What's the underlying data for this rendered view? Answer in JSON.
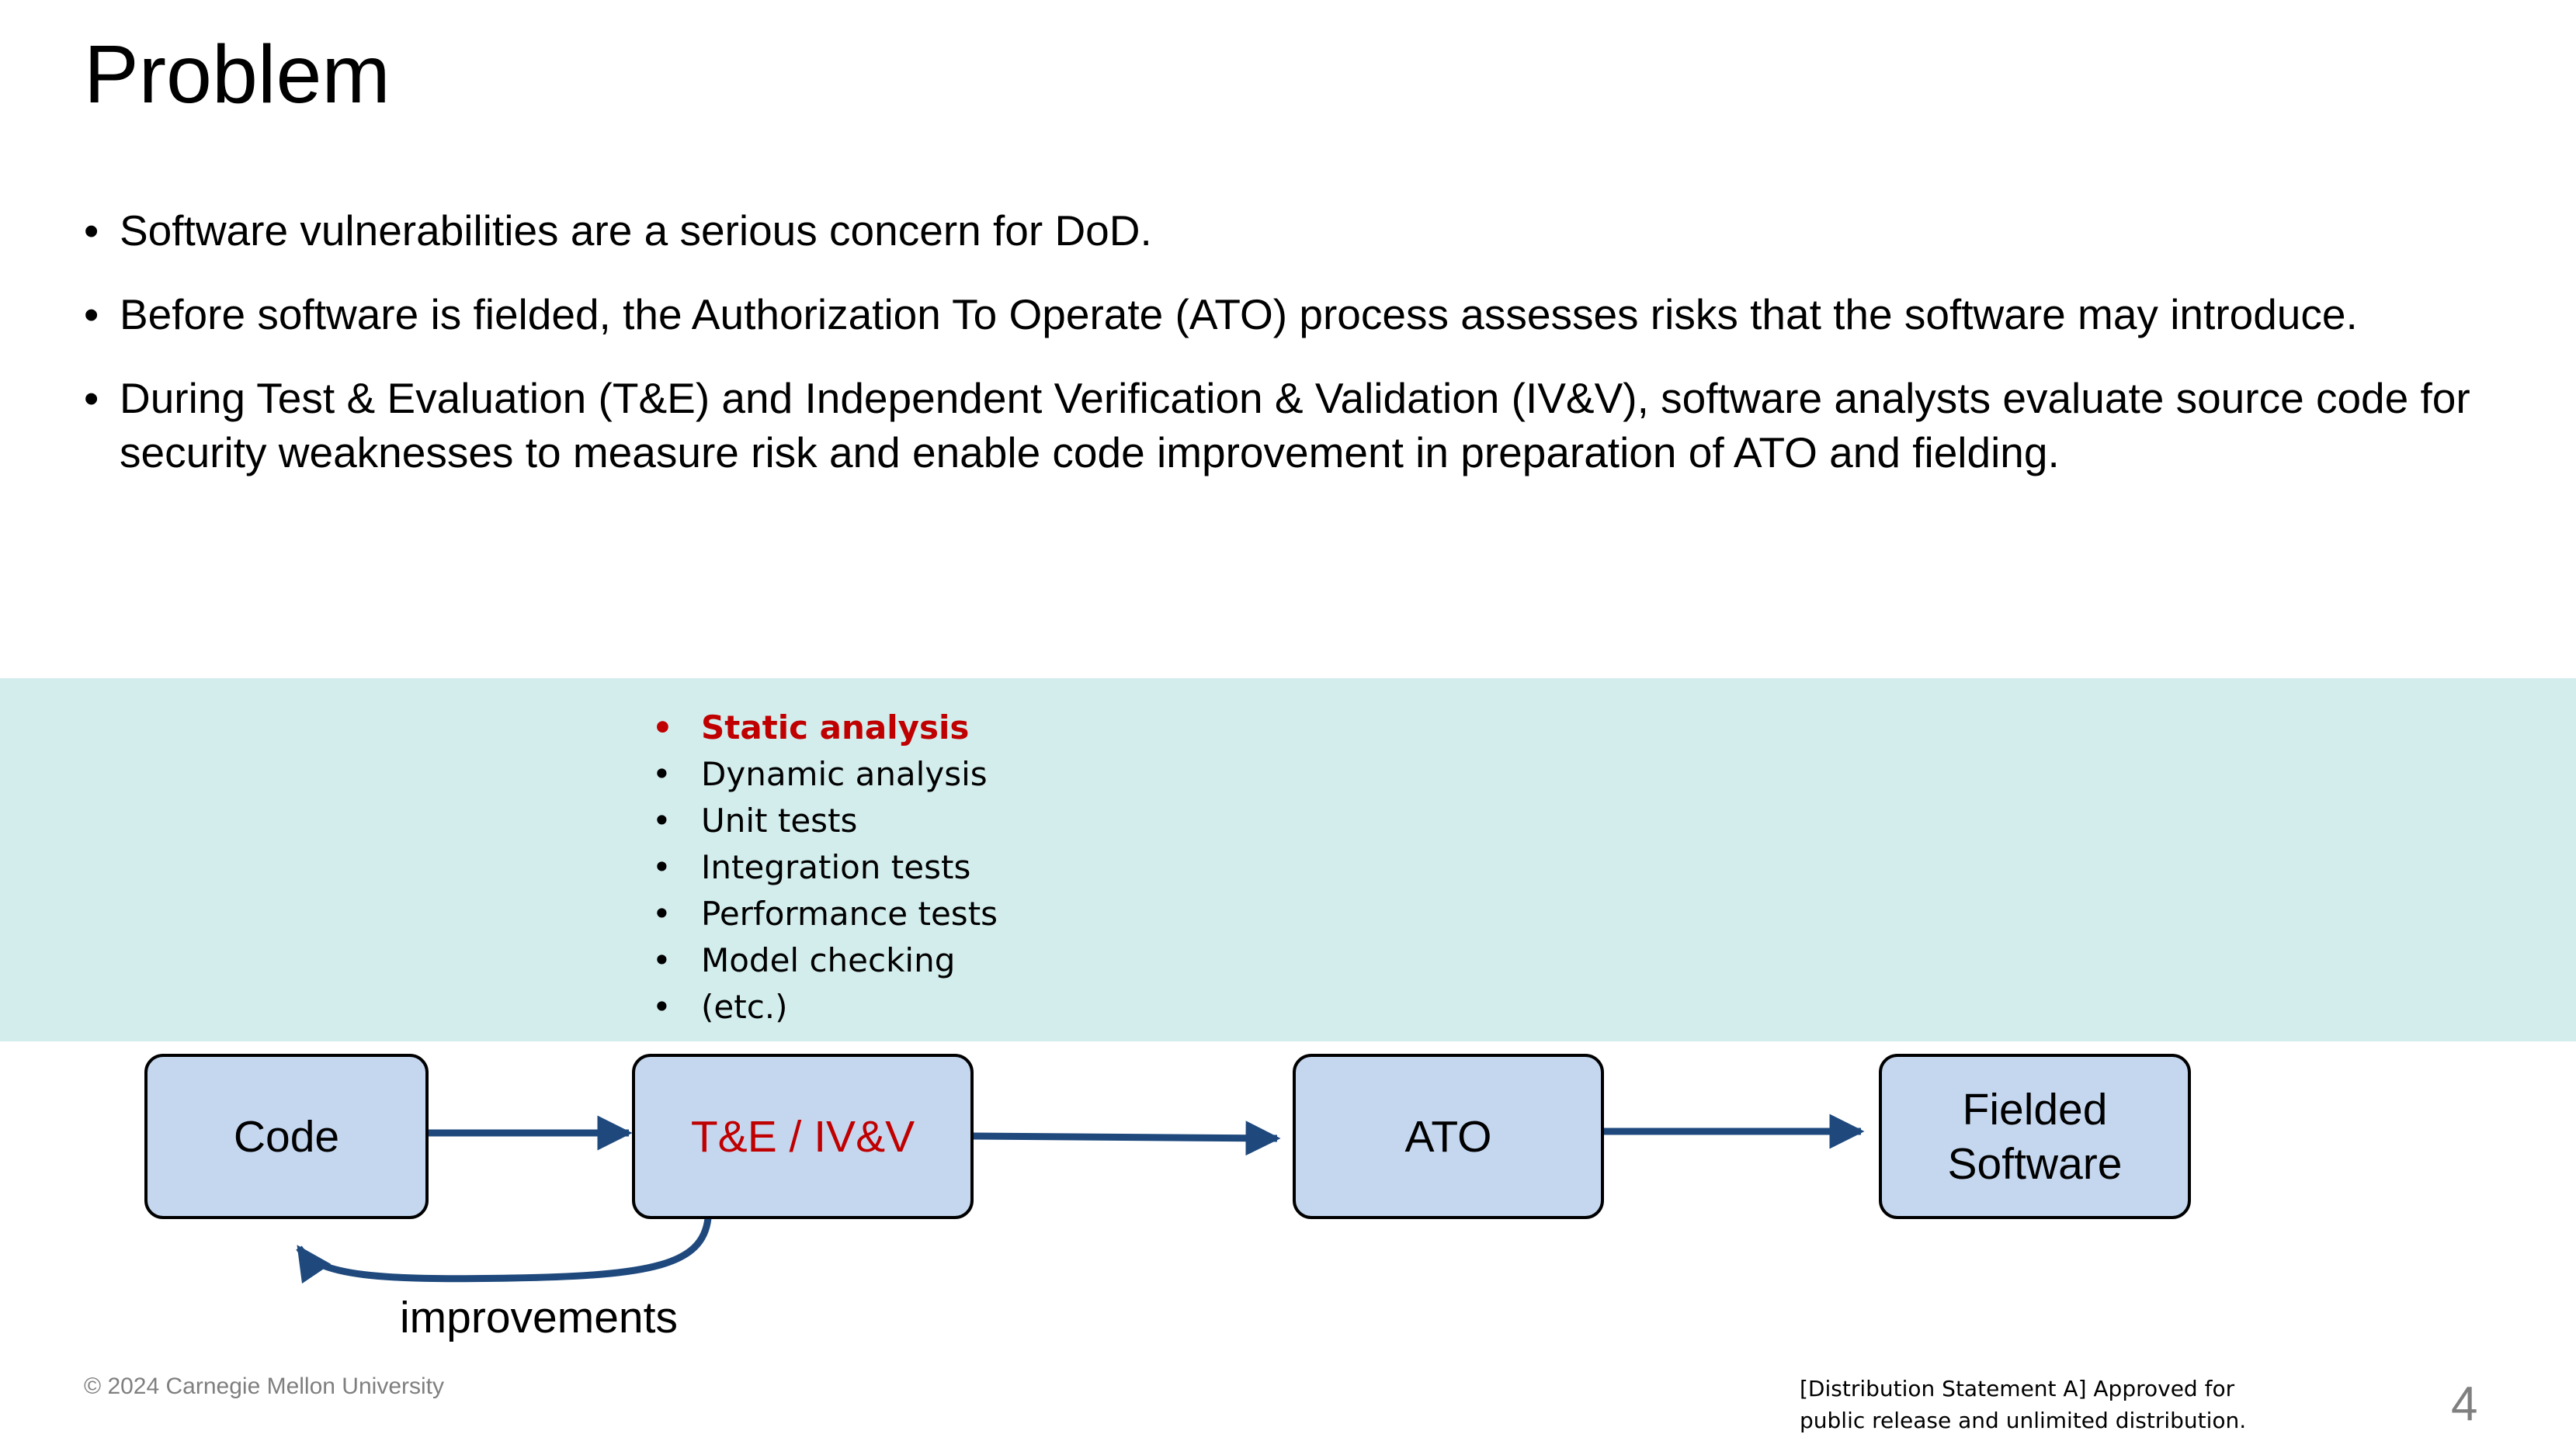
{
  "slide": {
    "title": "Problem",
    "bullets": [
      "Software vulnerabilities are a serious concern for DoD.",
      "Before software is fielded, the Authorization To Operate (ATO) process assesses risks that the software may introduce.",
      "During Test & Evaluation (T&E) and Independent Verification & Validation (IV&V), software analysts evaluate source code for security weaknesses to measure risk and enable code improvement in preparation of ATO and fielding."
    ],
    "bullet_marker": "•"
  },
  "methods": {
    "marker": "•",
    "items": [
      "Static analysis",
      "Dynamic analysis",
      "Unit tests",
      "Integration tests",
      "Performance tests",
      "Model checking",
      "(etc.)"
    ],
    "highlight_color": "#c00000"
  },
  "diagram": {
    "nodes": [
      "Code",
      "T&E / IV&V",
      "ATO",
      "Fielded Software"
    ],
    "feedback_label": "improvements",
    "colors": {
      "box_fill": "#c5d7ef",
      "arrow": "#1f497d",
      "band": "#d3ecec",
      "accent_text": "#c00000"
    }
  },
  "footer": {
    "copyright": "© 2024 Carnegie Mellon University",
    "distribution": "[Distribution Statement A] Approved for public release and unlimited distribution.",
    "page_number": "4"
  }
}
